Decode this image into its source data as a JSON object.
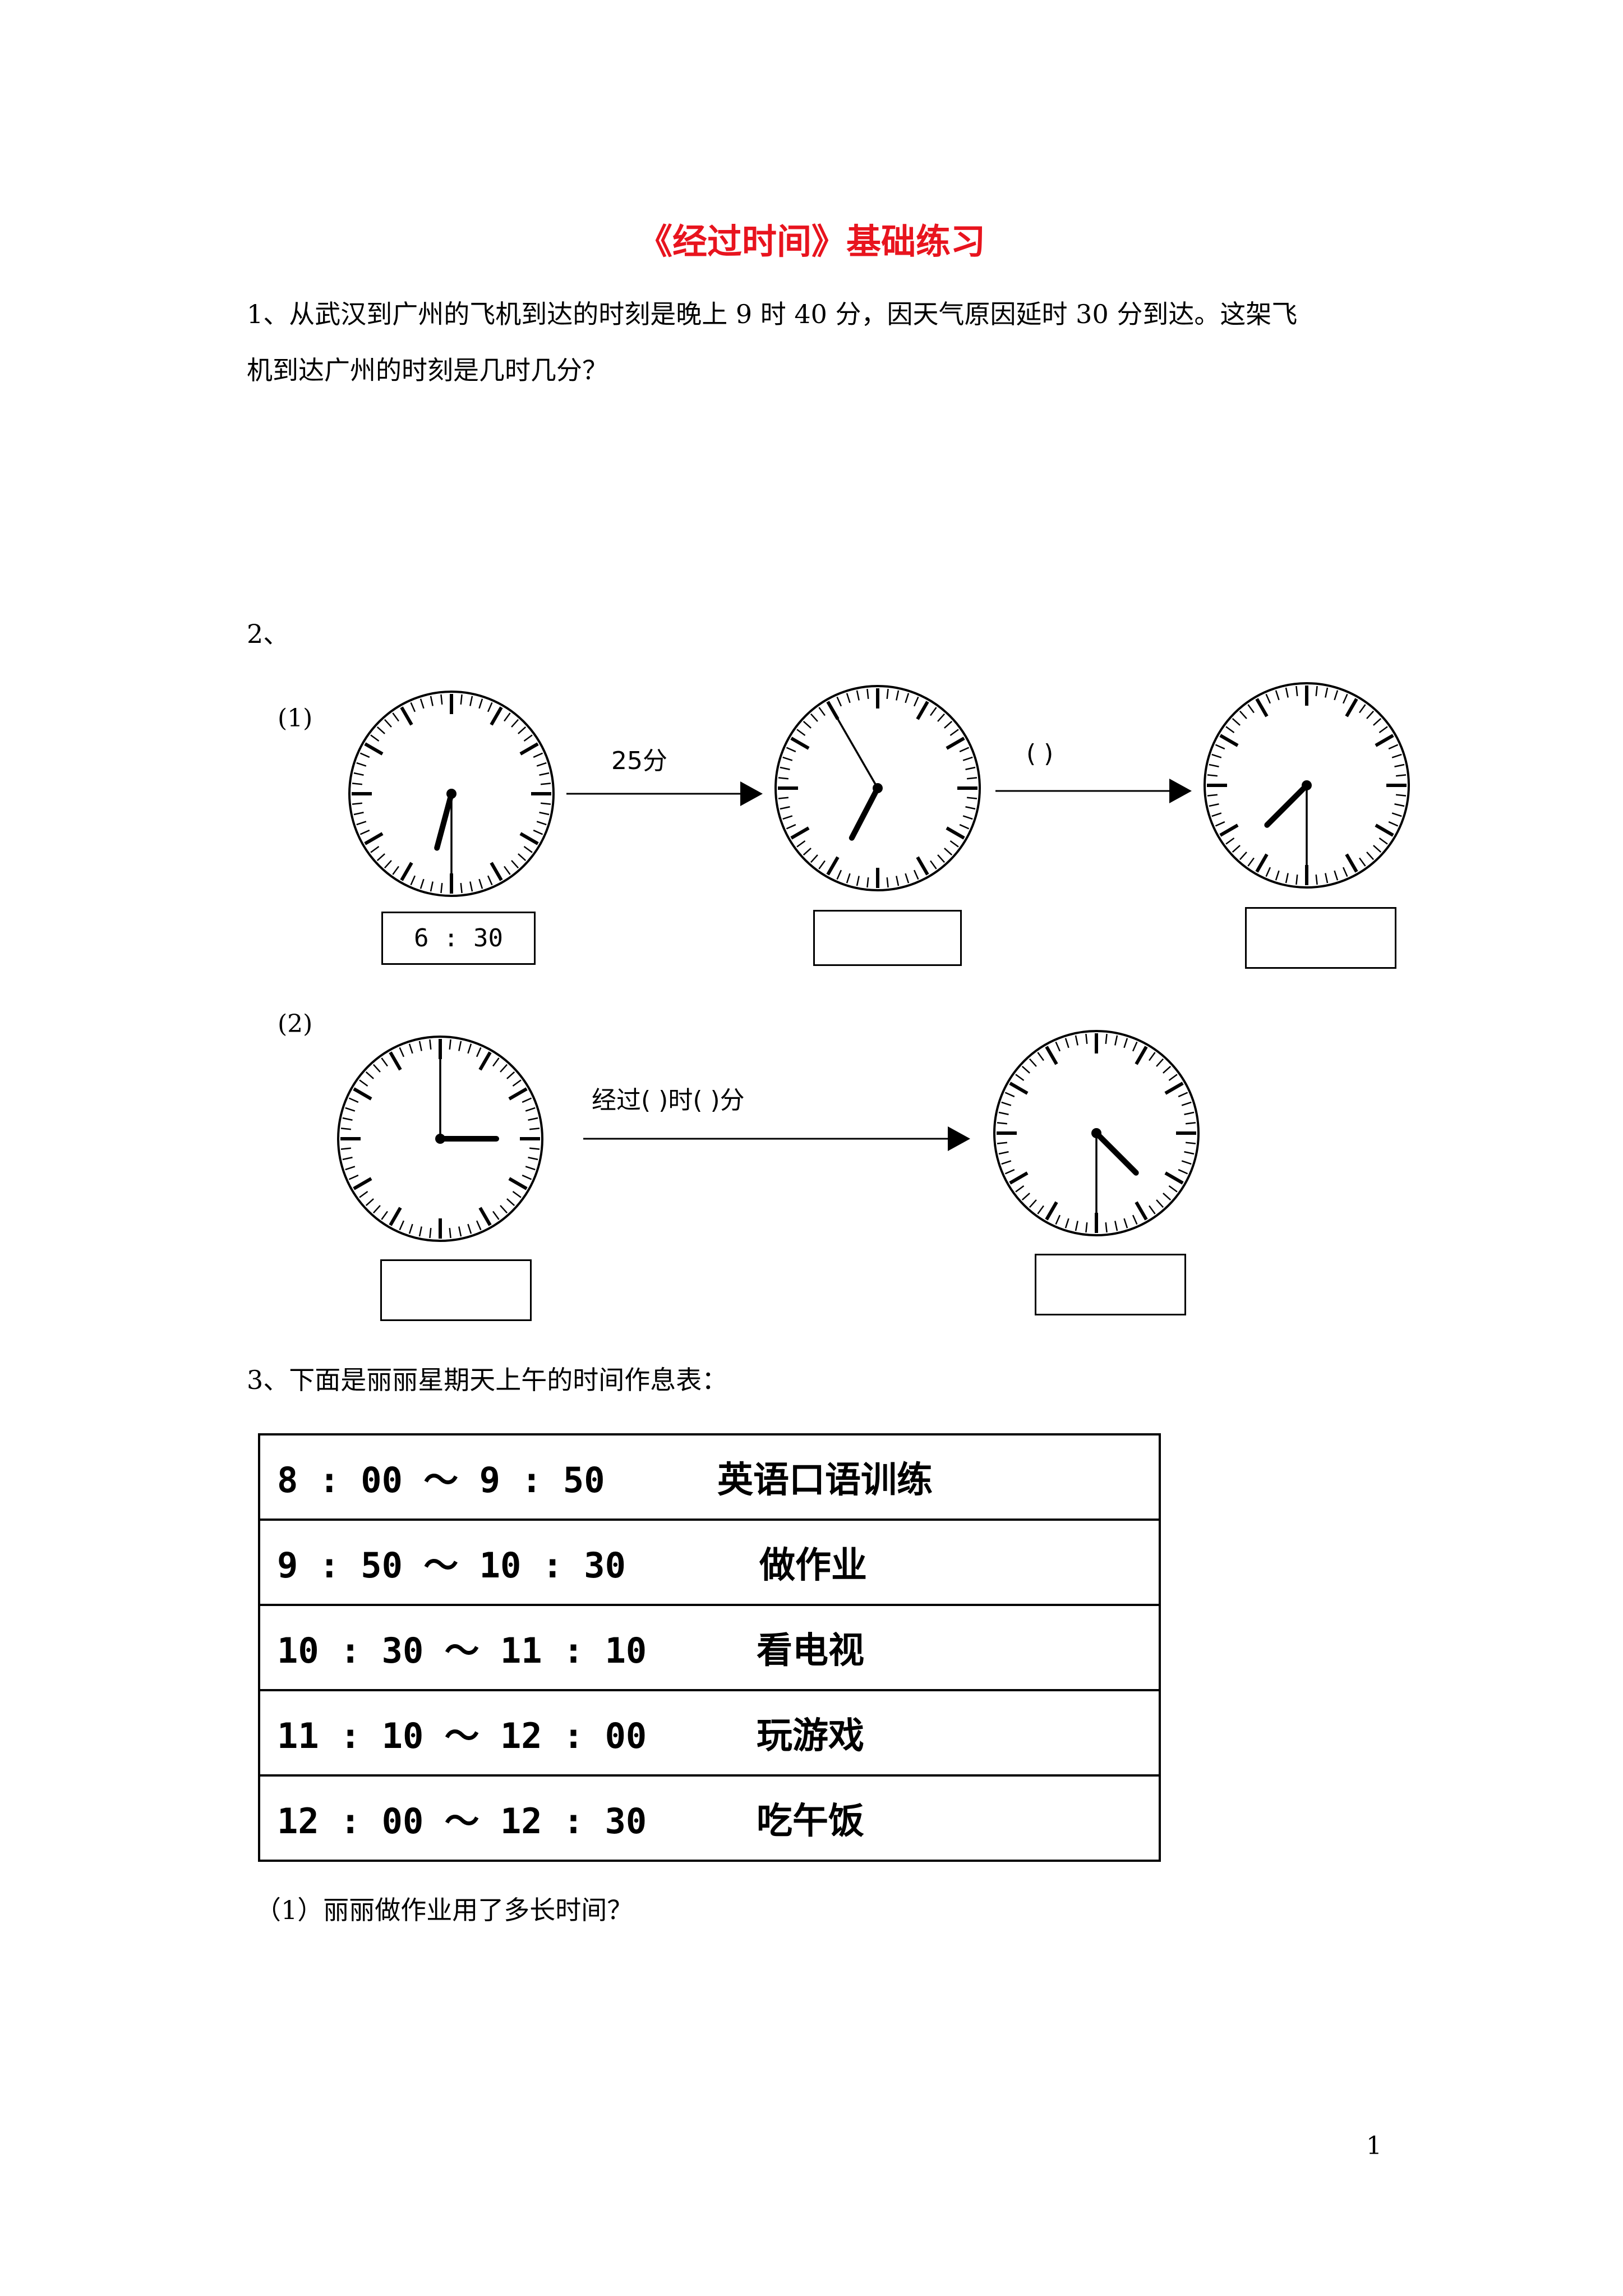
{
  "title": "《经过时间》基础练习",
  "q1": {
    "line1": "1、从武汉到广州的飞机到达的时刻是晚上 9 时 40 分，因天气原因延时 30 分到达。这架飞",
    "line2": "机到达广州的时刻是几时几分？"
  },
  "q2": {
    "number": "2、",
    "part1": {
      "label": "(1)",
      "arrow1_label": "25分",
      "arrow2_label": "(        )",
      "box1_text": "6 : 30",
      "clocks": [
        {
          "name": "clock-1",
          "hour": 6,
          "minute": 30
        },
        {
          "name": "clock-2",
          "hour": 6,
          "minute": 55
        },
        {
          "name": "clock-3",
          "hour": 7,
          "minute": 30
        }
      ]
    },
    "part2": {
      "label": "(2)",
      "arrow_label": "经过(    )时(    )分",
      "clocks": [
        {
          "name": "clock-4",
          "hour": 3,
          "minute": 0
        },
        {
          "name": "clock-5",
          "hour": 4,
          "minute": 30
        }
      ]
    }
  },
  "q3": {
    "intro": "3、下面是丽丽星期天上午的时间作息表：",
    "rows": [
      {
        "time": "8 : 00 ～ 9 : 50",
        "activity": "英语口语训练"
      },
      {
        "time": "9 : 50 ～ 10 : 30",
        "activity": "做作业"
      },
      {
        "time": "10 : 30 ～ 11 : 10",
        "activity": "看电视"
      },
      {
        "time": "11 : 10 ～ 12 : 00",
        "activity": "玩游戏"
      },
      {
        "time": "12 : 00 ～ 12 : 30",
        "activity": "吃午饭"
      }
    ],
    "sub1": "（1）丽丽做作业用了多长时间？"
  },
  "page_number": "1"
}
